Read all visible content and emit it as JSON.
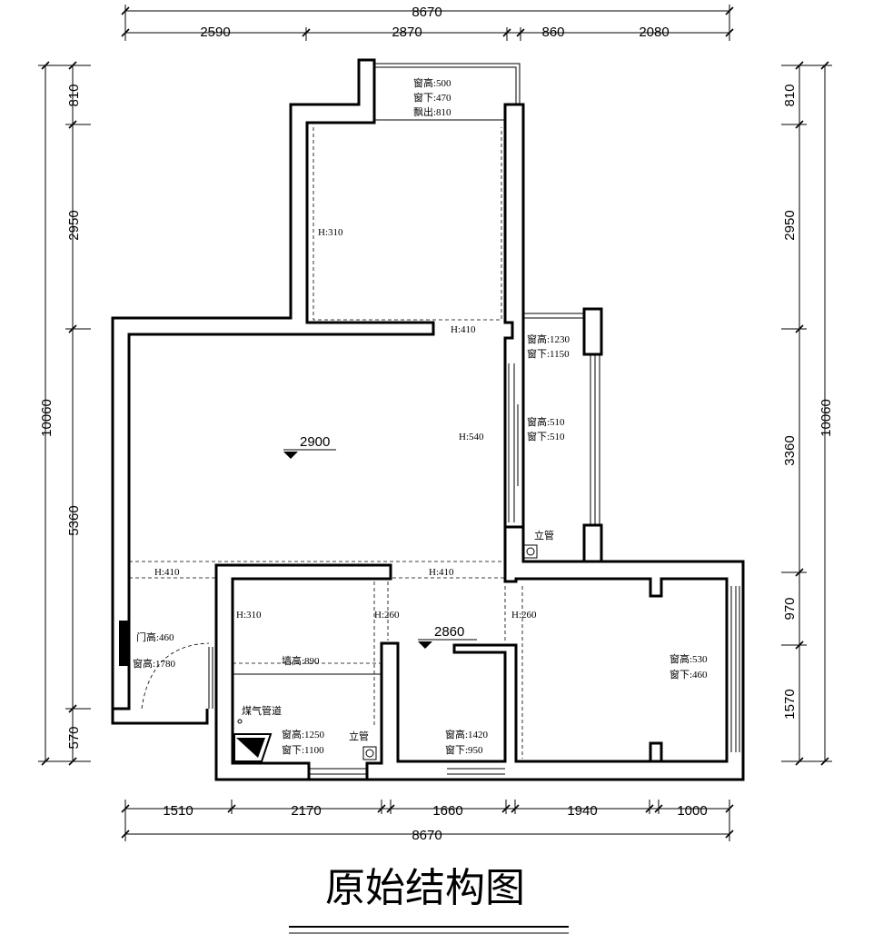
{
  "title": "原始结构图",
  "dimensions": {
    "top_total": "8670",
    "top_segments": [
      "2590",
      "2870",
      "860",
      "2080"
    ],
    "bottom_segments": [
      "1510",
      "2170",
      "1660",
      "1940",
      "1000"
    ],
    "bottom_total": "8670",
    "left_total": "10060",
    "left_segments": [
      "810",
      "2950",
      "5360",
      "570"
    ],
    "right_total": "10060",
    "right_segments": [
      "810",
      "2950",
      "3360",
      "970",
      "1570"
    ]
  },
  "labels": {
    "balcony_top_sill": "窗高:500",
    "balcony_top_under": "窗下:470",
    "balcony_top_out": "飘出:810",
    "bedroom1_h": "H:310",
    "beam_h410_top": "H:410",
    "window_right1_high": "窗高:1230",
    "window_right1_under": "窗下:1150",
    "window_right2_high": "窗高:510",
    "window_right2_under": "窗下:510",
    "living_h": "H:540",
    "living_level": "2900",
    "riser1": "立管",
    "beam_h410_left": "H:410",
    "beam_h410_mid": "H:410",
    "kitchen_h": "H:310",
    "beam_h260_left": "H:260",
    "beam_h260_right": "H:260",
    "door_high": "门高:460",
    "window_high_left": "窗高:1780",
    "wall_height": "墙高:890",
    "gas_duct": "煤气管道",
    "kitchen_win_high": "窗高:1250",
    "kitchen_win_under": "窗下:1100",
    "riser2": "立管",
    "bath_level": "2860",
    "bath_win_high": "窗高:1420",
    "bath_win_under": "窗下:950",
    "bedroom2_win_high": "窗高:530",
    "bedroom2_win_under": "窗下:460"
  }
}
